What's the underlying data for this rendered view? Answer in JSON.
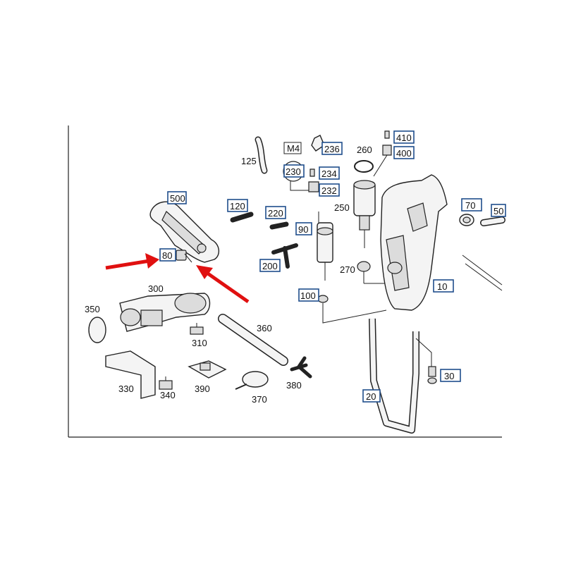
{
  "colors": {
    "box_stroke": "#1f4e8c",
    "arrow": "#e01010",
    "line": "#222222"
  },
  "frame_tag": "M4",
  "callouts": {
    "c500": "500",
    "c80": "80",
    "c120": "120",
    "c220": "220",
    "c90": "90",
    "c200": "200",
    "c230": "230",
    "c234": "234",
    "c232": "232",
    "c236": "236",
    "c410": "410",
    "c400": "400",
    "c70": "70",
    "c50": "50",
    "c10": "10",
    "c100": "100",
    "c20": "20",
    "c30": "30"
  },
  "labels": {
    "l125": "125",
    "l260": "260",
    "l250": "250",
    "l270": "270",
    "l300": "300",
    "l350": "350",
    "l310": "310",
    "l360": "360",
    "l330": "330",
    "l340": "340",
    "l390": "390",
    "l370": "370",
    "l380": "380"
  }
}
